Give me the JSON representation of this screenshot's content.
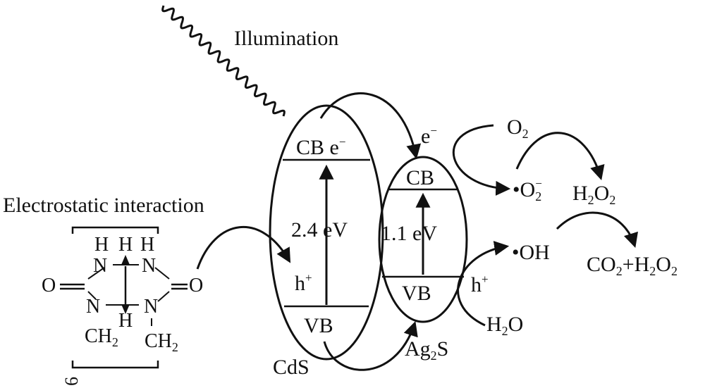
{
  "illumination_label": "Illumination",
  "electrostatic_label": "Electrostatic interaction",
  "cds": {
    "name": "CdS",
    "cb": "CB",
    "electron": "e",
    "electron_sup": "−",
    "vb": "VB",
    "gap": "2.4 eV",
    "hole": "h",
    "hole_sup": "+"
  },
  "ag2s": {
    "name_a": "Ag",
    "name_sub": "2",
    "name_b": "S",
    "cb": "CB",
    "electron": "e",
    "electron_sup": "−",
    "vb": "VB",
    "gap": "1.1 eV",
    "hole": "h",
    "hole_sup": "+"
  },
  "species": {
    "o2": {
      "main": "O",
      "sub": "2"
    },
    "superoxide": {
      "dot": "•",
      "main": "O",
      "sub": "2",
      "sup": "−"
    },
    "h2o2": {
      "a": "H",
      "sub1": "2",
      "b": "O",
      "sub2": "2"
    },
    "oh": "•OH",
    "h2o": {
      "a": "H",
      "sub": "2",
      "b": "O"
    },
    "co2_h2o2": {
      "a": "CO",
      "sub1": "2",
      "b": "+H",
      "sub2": "2",
      "c": "O",
      "sub3": "2"
    }
  },
  "molecule": {
    "h": "H",
    "n": "N",
    "o": "O",
    "ch2_a": "CH",
    "ch2_sub": "2",
    "n_count": "6"
  }
}
